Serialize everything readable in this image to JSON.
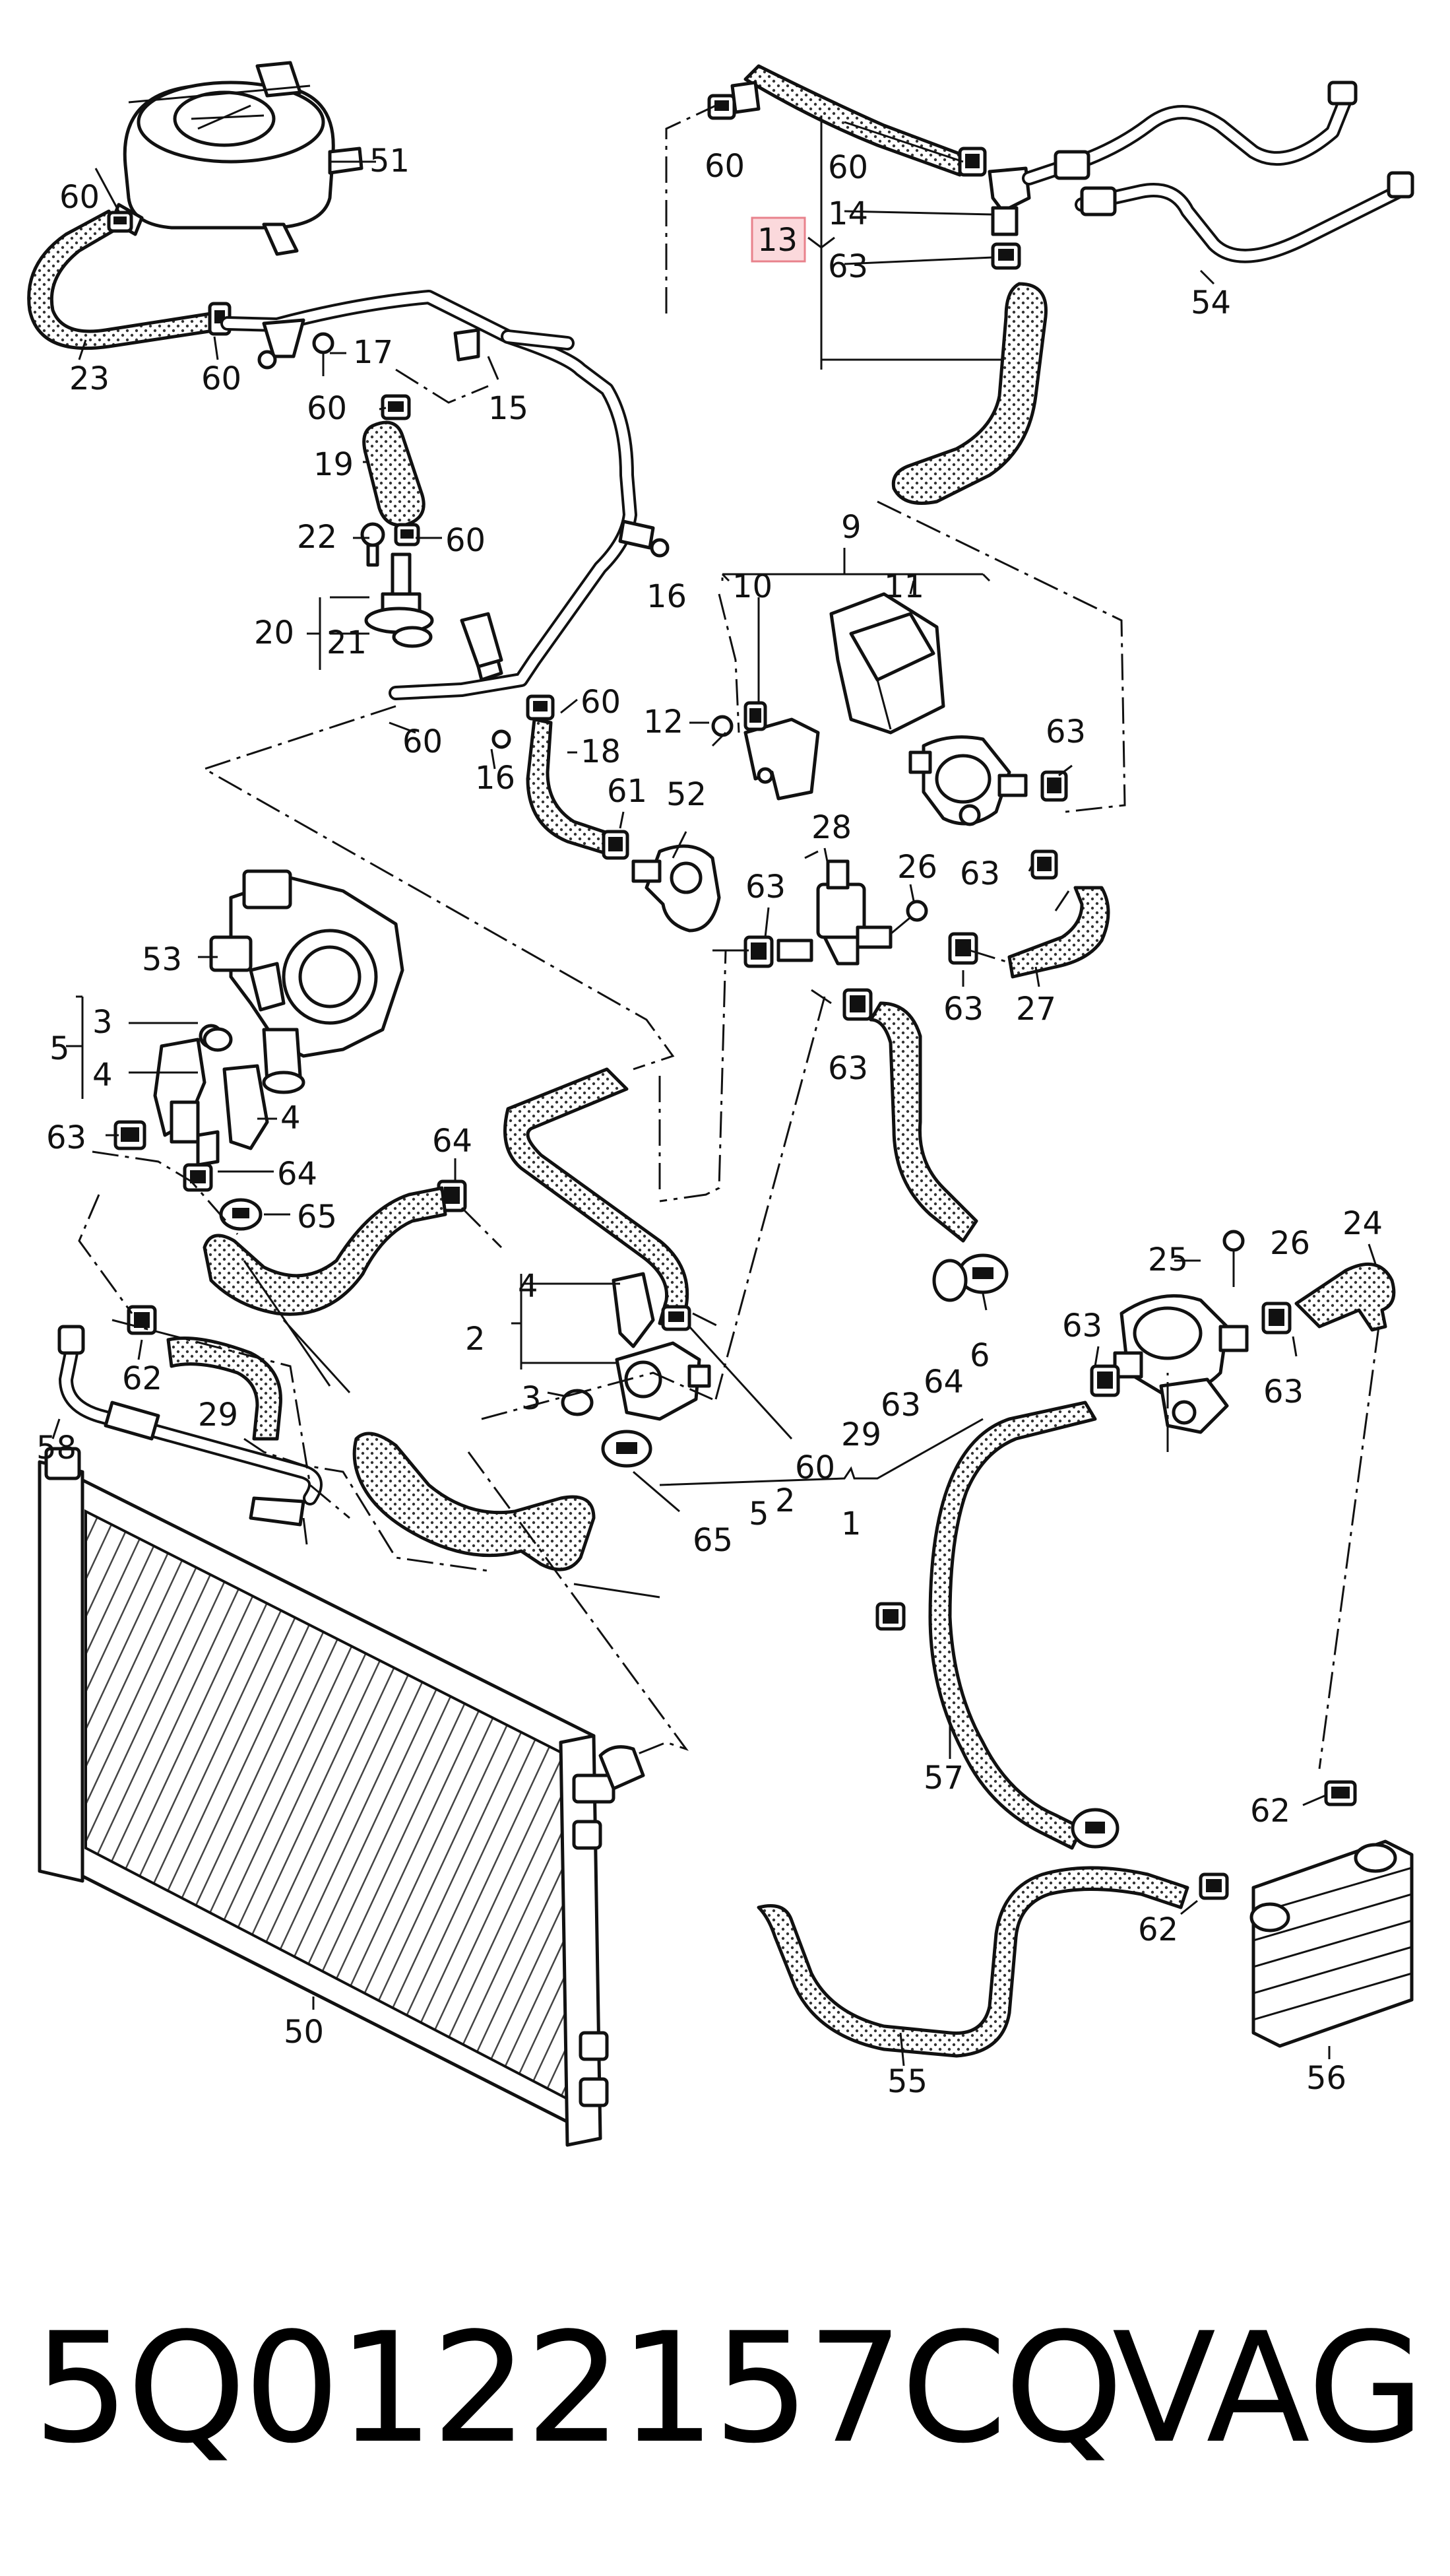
{
  "callouts": {
    "c60a": "60",
    "c51": "51",
    "c60b": "60",
    "c23": "23",
    "c60c": "60",
    "c17": "17",
    "c15": "15",
    "c60d": "60",
    "c19": "19",
    "c22": "22",
    "c60e": "60",
    "c16a": "16",
    "c20": "20",
    "c21": "21",
    "c60f": "60",
    "c16b": "16",
    "c60g": "60",
    "c18": "18",
    "c61": "61",
    "c52": "52",
    "c12": "12",
    "c10": "10",
    "c9": "9",
    "c11": "11",
    "c63a": "63",
    "c28": "28",
    "c26a": "26",
    "c63b": "63",
    "c63c": "63",
    "c63d": "63",
    "c27": "27",
    "c63e": "63",
    "c14": "14",
    "c13": "13",
    "c63f": "63",
    "c60h": "60",
    "c54": "54",
    "c53": "53",
    "c3a": "3",
    "c5a": "5",
    "c4a": "4",
    "c4b": "4",
    "c63g": "63",
    "c64a": "64",
    "c64b": "64",
    "c65a": "65",
    "c4c": "4",
    "c2a": "2",
    "c3b": "3",
    "c6": "6",
    "c64c": "64",
    "c63h": "63",
    "c29a": "29",
    "c60i": "60",
    "c5b": "5",
    "c2b": "2",
    "c1": "1",
    "c65b": "65",
    "c62a": "62",
    "c29b": "29",
    "c58": "58",
    "c50": "50",
    "c25": "25",
    "c26b": "26",
    "c24": "24",
    "c63i": "63",
    "c63j": "63",
    "c57": "57",
    "c62b": "62",
    "c62c": "62",
    "c55": "55",
    "c56": "56"
  },
  "highlight": {
    "color": "#fbd9dc",
    "border": "#e8828c"
  },
  "footer": {
    "part_number": "5Q0122157CQ",
    "brand": "VAG"
  }
}
